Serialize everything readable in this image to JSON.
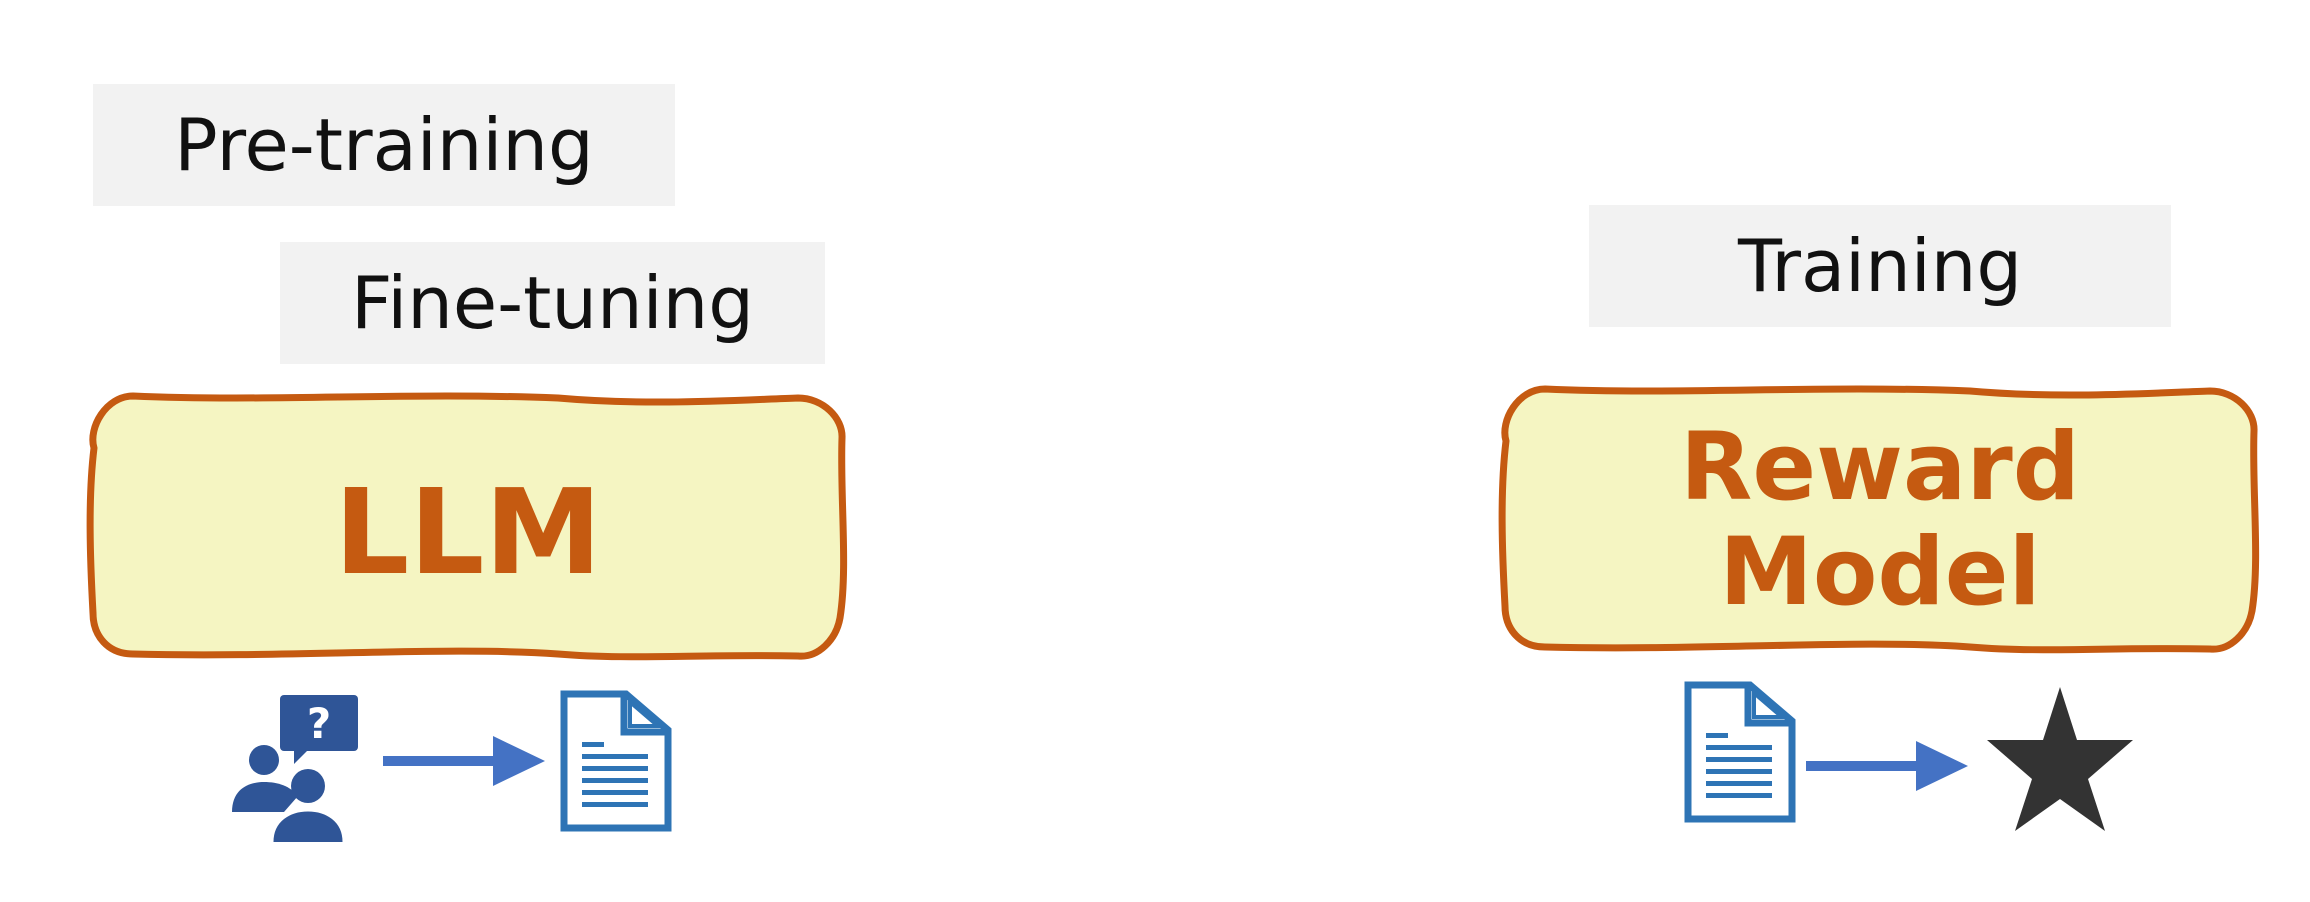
{
  "labels": {
    "pretraining": "Pre-training",
    "finetuning": "Fine-tuning",
    "training": "Training"
  },
  "models": {
    "llm": "LLM",
    "reward_model_line1": "Reward",
    "reward_model_line2": "Model"
  },
  "icons": {
    "left_input": "users-question-icon",
    "left_output": "document-icon",
    "right_input": "document-icon",
    "right_output": "star-icon",
    "arrows": "arrow-right-icon"
  },
  "colors": {
    "label_bg": "#f2f2f2",
    "model_fill": "#f5f5c2",
    "model_border": "#c55a11",
    "model_text": "#c55a11",
    "icon_blue": "#2e74b5",
    "users_blue": "#2f5597",
    "arrow_blue": "#4472c4",
    "star": "#333333"
  }
}
